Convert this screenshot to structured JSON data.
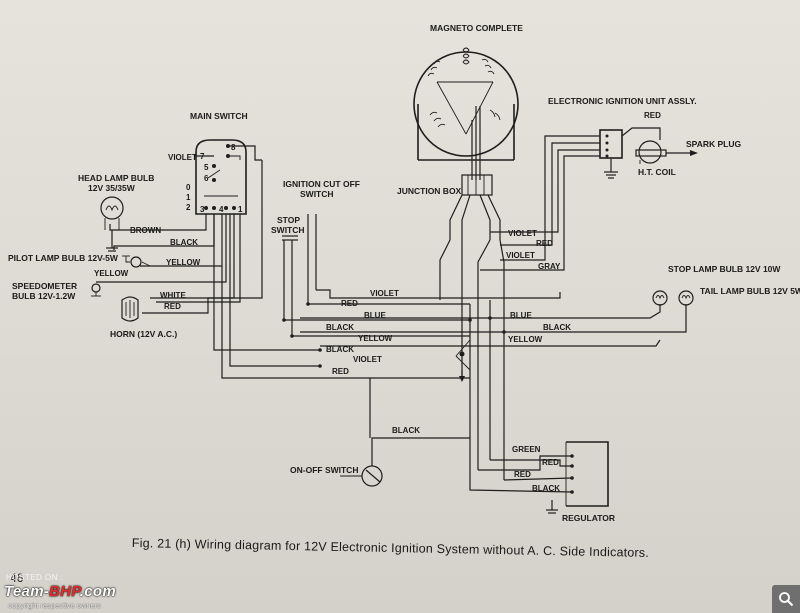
{
  "labels": {
    "magneto": "MAGNETO COMPLETE",
    "eiu": "ELECTRONIC IGNITION UNIT ASSLY.",
    "main_switch": "MAIN SWITCH",
    "head_lamp_1": "HEAD LAMP BULB",
    "head_lamp_2": "12V 35/35W",
    "pilot_lamp": "PILOT LAMP BULB 12V-5W",
    "speedo_1": "SPEEDOMETER",
    "speedo_2": "BULB 12V-1.2W",
    "horn": "HORN (12V A.C.)",
    "ign_cutoff_1": "IGNITION CUT OFF",
    "ign_cutoff_2": "SWITCH",
    "stop_switch_1": "STOP",
    "stop_switch_2": "SWITCH",
    "junction_box": "JUNCTION BOX",
    "spark_plug": "SPARK PLUG",
    "ht_coil": "H.T. COIL",
    "stop_lamp": "STOP LAMP BULB 12V 10W",
    "tail_lamp": "TAIL LAMP BULB 12V 5W",
    "on_off": "ON-OFF SWITCH",
    "regulator": "REGULATOR",
    "switch_pos_0": "0",
    "switch_pos_1": "1",
    "switch_pos_2": "2",
    "term_7": "7",
    "term_8": "8",
    "term_6": "6",
    "term_5": "5",
    "term_3": "3",
    "term_4": "4",
    "term_1": "1"
  },
  "wires": {
    "violet_ms": "VIOLET",
    "brown": "BROWN",
    "black_hl": "BLACK",
    "yellow_pilot": "YELLOW",
    "yellow_speedo": "YELLOW",
    "white_horn": "WHITE",
    "red_horn": "RED",
    "violet_mid": "VIOLET",
    "red_mid": "RED",
    "blue_mid": "BLUE",
    "black_mid": "BLACK",
    "yellow_mid": "YELLOW",
    "black_lower": "BLACK",
    "violet_lower": "VIOLET",
    "red_lower": "RED",
    "violet_jb": "VIOLET",
    "red_jb": "RED",
    "violet_jb2": "VIOLET",
    "gray_jb": "GRAY",
    "red_coil": "RED",
    "blue_right": "BLUE",
    "black_right": "BLACK",
    "yellow_right": "YELLOW",
    "black_onoff": "BLACK",
    "green_reg": "GREEN",
    "red_reg1": "RED",
    "red_reg2": "RED",
    "black_reg": "BLACK"
  },
  "caption": "Fig. 21 (h) Wiring diagram for 12V Electronic Ignition System without A. C. Side Indicators.",
  "page_number": "46",
  "watermark": {
    "hosted": "HOSTED ON :",
    "logo_a": "Team-",
    "logo_b": "BHP",
    "logo_c": ".com",
    "copyright": "copyright respective owners"
  },
  "icons": [
    "magnifier-icon"
  ]
}
